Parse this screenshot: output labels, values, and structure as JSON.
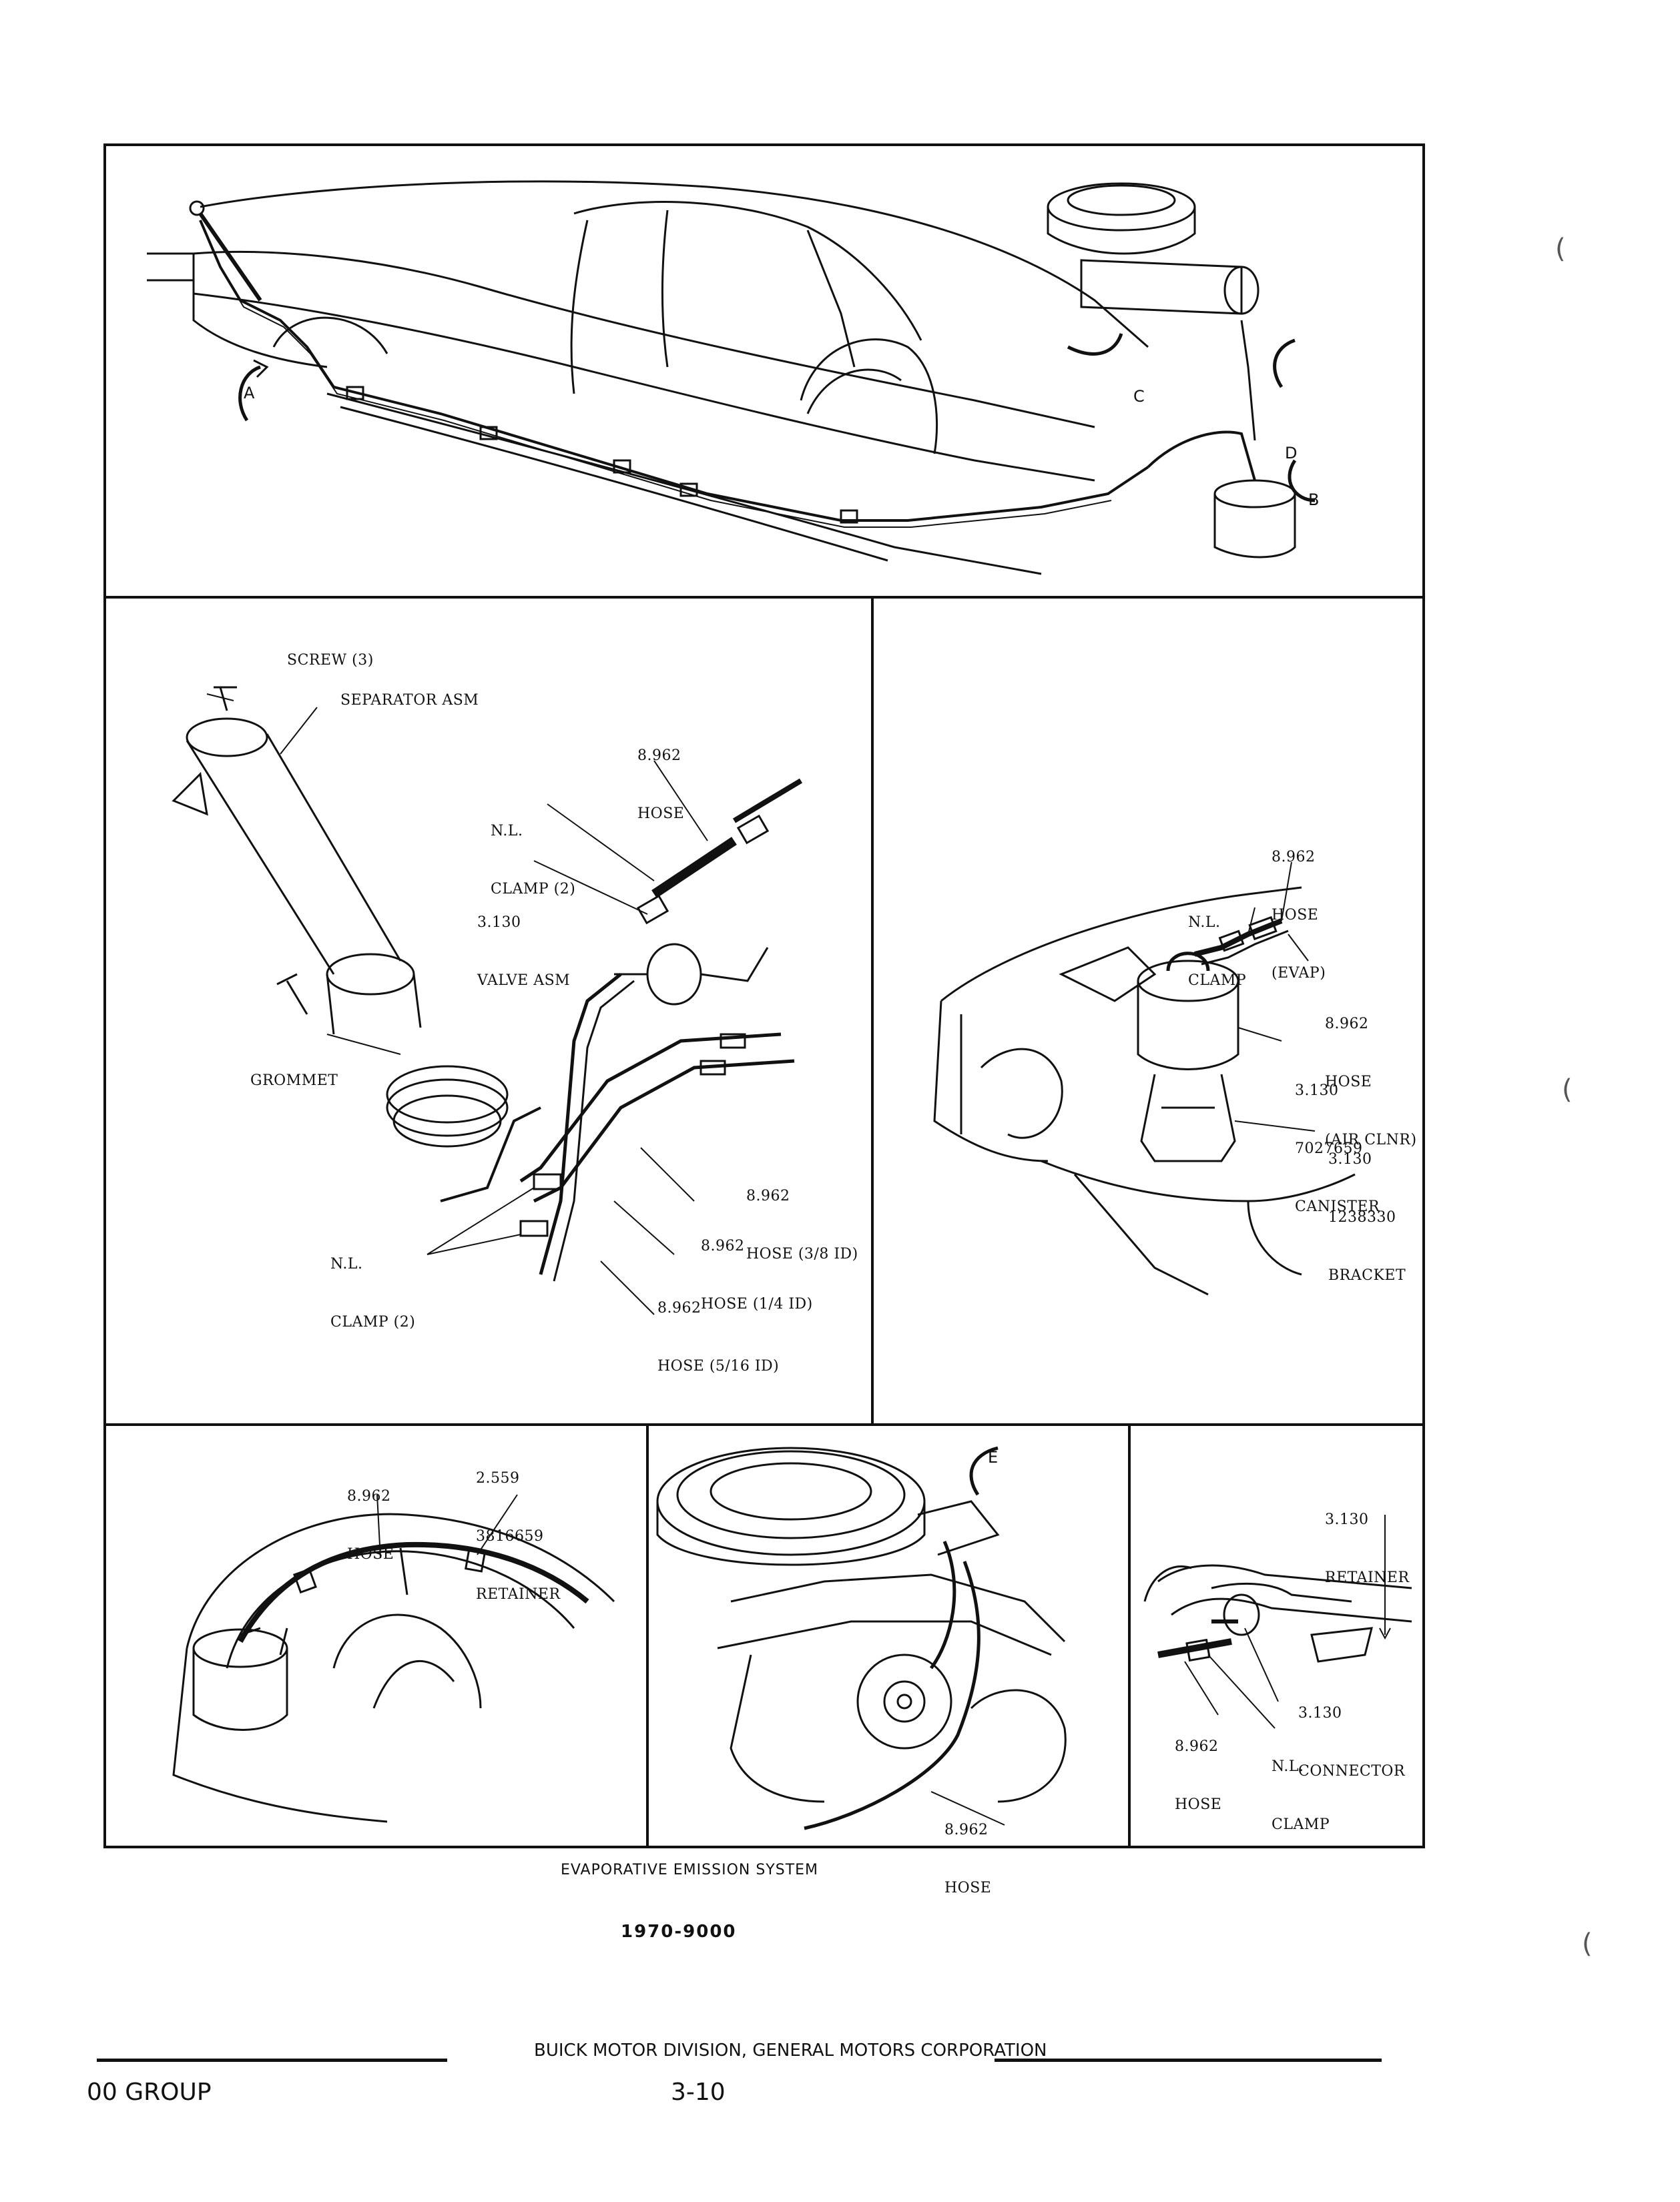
{
  "diagram": {
    "top_view": {
      "arrows": [
        "A",
        "B",
        "C",
        "D"
      ]
    },
    "separator_view": {
      "labels": {
        "screw": "SCREW (3)",
        "separator": "SEPARATOR ASM",
        "hose_top": [
          "8.962",
          "HOSE"
        ],
        "clamp_top": [
          "N.L.",
          "CLAMP (2)"
        ],
        "valve": [
          "3.130",
          "VALVE ASM"
        ],
        "grommet": "GROMMET",
        "hose_38": [
          "8.962",
          "HOSE (3/8 ID)"
        ],
        "hose_14": [
          "8.962",
          "HOSE (1/4 ID)"
        ],
        "clamp_bottom": [
          "N.L.",
          "CLAMP (2)"
        ],
        "hose_516": [
          "8.962",
          "HOSE (5/16 ID)"
        ]
      }
    },
    "canister_view": {
      "labels": {
        "hose_evap": [
          "8.962",
          "HOSE",
          "(EVAP)"
        ],
        "clamp": [
          "N.L.",
          "CLAMP"
        ],
        "hose_air": [
          "8.962",
          "HOSE",
          "(AIR CLNR)"
        ],
        "canister": [
          "3.130",
          "7027659",
          "CANISTER"
        ],
        "bracket": [
          "3.130",
          "1238330",
          "BRACKET"
        ]
      }
    },
    "fender_view": {
      "labels": {
        "hose": [
          "8.962",
          "HOSE"
        ],
        "retainer": [
          "2.559",
          "3816659",
          "RETAINER"
        ]
      }
    },
    "engine_view": {
      "arrow": "E",
      "labels": {
        "hose": [
          "8.962",
          "HOSE"
        ]
      }
    },
    "connector_view": {
      "labels": {
        "retainer": [
          "3.130",
          "RETAINER"
        ],
        "connector": [
          "3.130",
          "CONNECTOR"
        ],
        "hose": [
          "8.962",
          "HOSE"
        ],
        "clamp": [
          "N.L.",
          "CLAMP"
        ]
      }
    }
  },
  "caption": "EVAPORATIVE EMISSION SYSTEM",
  "figure_code": "1970-9000",
  "footer": {
    "division": "BUICK MOTOR DIVISION, GENERAL MOTORS CORPORATION",
    "group": "00 GROUP",
    "page": "3-10"
  },
  "colors": {
    "ink": "#111111",
    "paper": "#ffffff"
  }
}
